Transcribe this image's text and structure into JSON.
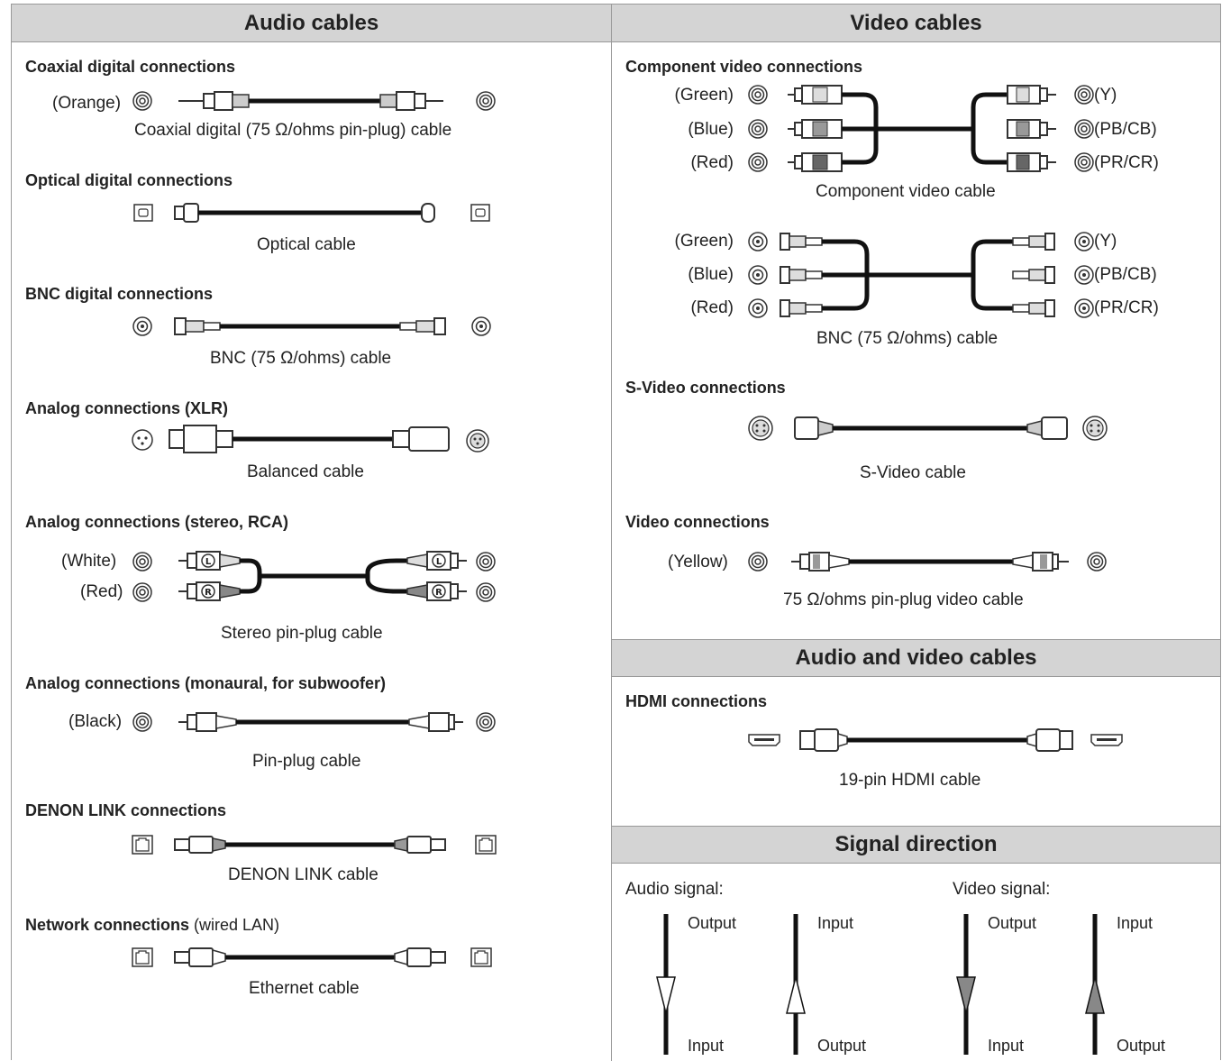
{
  "headers": {
    "audio": "Audio cables",
    "video": "Video cables",
    "av": "Audio and video cables",
    "signal": "Signal direction"
  },
  "audio": {
    "coaxial": {
      "title": "Coaxial digital connections",
      "color": "(Orange)",
      "caption": "Coaxial digital (75 Ω/ohms pin-plug) cable"
    },
    "optical": {
      "title": "Optical digital connections",
      "caption": "Optical cable"
    },
    "bnc": {
      "title": "BNC digital connections",
      "caption": "BNC (75 Ω/ohms) cable"
    },
    "xlr": {
      "title": "Analog connections (XLR)",
      "caption": "Balanced cable"
    },
    "stereo": {
      "title": "Analog connections (stereo, RCA)",
      "white": "(White)",
      "red": "(Red)",
      "plug_l": "L",
      "plug_r": "R",
      "caption": "Stereo pin-plug cable"
    },
    "mono": {
      "title": "Analog connections (monaural, for subwoofer)",
      "color": "(Black)",
      "caption": "Pin-plug cable"
    },
    "denon": {
      "title": "DENON LINK connections",
      "caption": "DENON LINK cable"
    },
    "network": {
      "title": "Network connections",
      "title_suffix": " (wired LAN)",
      "caption": "Ethernet cable"
    }
  },
  "video": {
    "component": {
      "title": "Component video connections",
      "green": "(Green)",
      "blue": "(Blue)",
      "red": "(Red)",
      "y": "(Y)",
      "pb": "(PB/CB)",
      "pr": "(PR/CR)",
      "caption": "Component video cable"
    },
    "bnc": {
      "green": "(Green)",
      "blue": "(Blue)",
      "red": "(Red)",
      "y": "(Y)",
      "pb": "(PB/CB)",
      "pr": "(PR/CR)",
      "caption": "BNC (75 Ω/ohms) cable"
    },
    "svideo": {
      "title": "S-Video connections",
      "caption": "S-Video cable"
    },
    "composite": {
      "title": "Video connections",
      "color": "(Yellow)",
      "caption": "75 Ω/ohms pin-plug video cable"
    }
  },
  "av": {
    "hdmi": {
      "title": "HDMI connections",
      "caption": "19-pin HDMI cable"
    }
  },
  "signal": {
    "audio_label": "Audio signal:",
    "video_label": "Video signal:",
    "output": "Output",
    "input": "Input",
    "audio_arrow_color": "#ffffff",
    "video_arrow_color": "#888888"
  }
}
